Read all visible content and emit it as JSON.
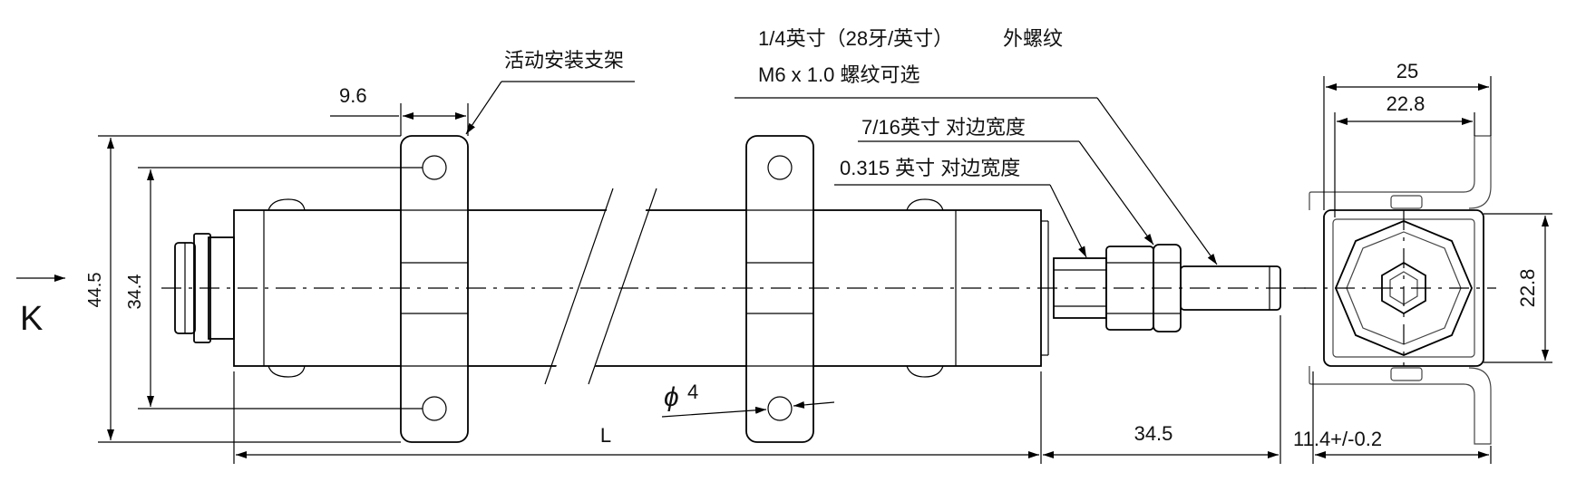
{
  "drawing": {
    "view_label": "K",
    "callouts": {
      "bracket": "活动安装支架",
      "thread_line1": "1/4英寸（28牙/英寸）",
      "thread_line1_tail": "外螺纹",
      "thread_line2": "M6 x 1.0 螺纹可选",
      "hex_716": "7/16英寸 对边宽度",
      "hex_0315": "0.315 英寸 对边宽度"
    },
    "dimensions": {
      "bracket_width": "9.6",
      "overall_height": "44.5",
      "hole_spacing": "34.4",
      "length": "L",
      "rod_length": "34.5",
      "hole_diameter_symbol": "ϕ",
      "hole_diameter": "4",
      "end_width": "25",
      "end_inner_width": "22.8",
      "end_height": "22.8",
      "end_offset": "11.4+/-0.2"
    }
  }
}
